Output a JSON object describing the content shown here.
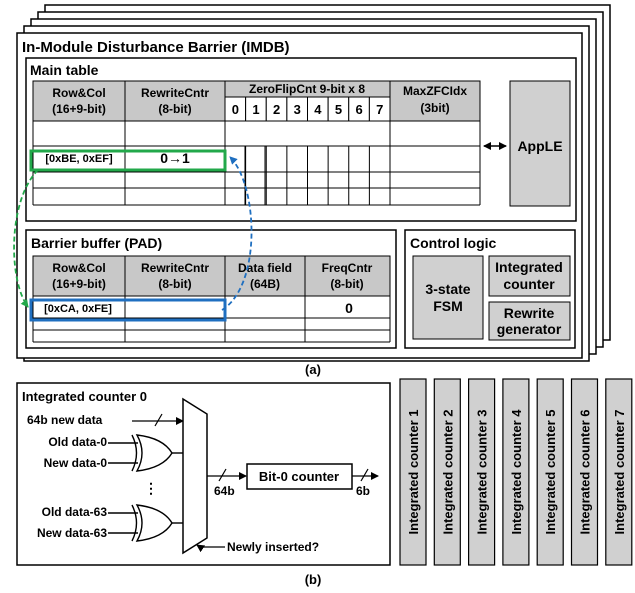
{
  "imdb": {
    "title": "In-Module Disturbance Barrier (IMDB)",
    "main_table": {
      "title": "Main table",
      "col_rowcol": [
        "Row&Col",
        "(16+9-bit)"
      ],
      "col_rewrite": [
        "RewriteCntr",
        "(8-bit)"
      ],
      "col_zeroflip": "ZeroFlipCnt 9-bit x 8",
      "zeroflip_indices": [
        "0",
        "1",
        "2",
        "3",
        "4",
        "5",
        "6",
        "7"
      ],
      "col_maxzfc": [
        "MaxZFCIdx",
        "(3bit)"
      ],
      "row_address": "[0xBE, 0xEF]",
      "row_rewrite": "0→1"
    },
    "appLE": "AppLE",
    "barrier_buffer": {
      "title": "Barrier buffer (PAD)",
      "col_rowcol": [
        "Row&Col",
        "(16+9-bit)"
      ],
      "col_rewrite": [
        "RewriteCntr",
        "(8-bit)"
      ],
      "col_data": [
        "Data field",
        "(64B)"
      ],
      "col_freq": [
        "FreqCntr",
        "(8-bit)"
      ],
      "row_address": "[0xCA, 0xFE]",
      "row_freq": "0"
    },
    "control_logic": {
      "title": "Control logic",
      "fsm": [
        "3-state",
        "FSM"
      ],
      "integrated_counter": [
        "Integrated",
        "counter"
      ],
      "rewrite_generator": [
        "Rewrite",
        "generator"
      ]
    },
    "caption": "(a)"
  },
  "counter_detail": {
    "title": "Integrated counter 0",
    "new_data_label": "64b new data",
    "old0": "Old data-0",
    "new0": "New data-0",
    "ellipsis": "⋮",
    "old63": "Old data-63",
    "new63": "New data-63",
    "mux_bus_label": "64b",
    "counter_label": "Bit-0 counter",
    "out_bus_label": "6b",
    "inserted_label": "Newly inserted?",
    "caption": "(b)"
  },
  "other_counters": [
    "Integrated counter 1",
    "Integrated counter 2",
    "Integrated counter 3",
    "Integrated counter 4",
    "Integrated counter 5",
    "Integrated counter 6",
    "Integrated counter 7"
  ],
  "colors": {
    "highlight_green": "#22a84a",
    "highlight_blue": "#1f6fc0",
    "header_gray": "#c8c8c8",
    "block_gray": "#d0d0d0"
  }
}
